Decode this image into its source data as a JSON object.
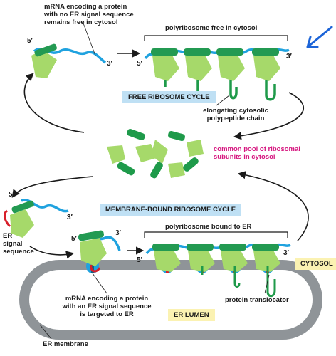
{
  "colors": {
    "mrna": "#1fa2df",
    "ribosome_large": "#a6d96a",
    "ribosome_small": "#239a52",
    "subunit_light": "#a6d96a",
    "subunit_dark": "#1e9a4a",
    "chain": "#1f9a4a",
    "signal": "#d71f2a",
    "membrane": "#8f9498",
    "arrow": "#1a1a1a",
    "annotation_arrow": "#1c64d8",
    "box_blue": "#bfe0f4",
    "box_yellow": "#fbf2b2",
    "pool_label": "#d6167f"
  },
  "labels": {
    "mrna_free_line1": "mRNA encoding a protein",
    "mrna_free_line2": "with no ER signal sequence",
    "mrna_free_line3": "remains free in cytosol",
    "polyribosome_free": "polyribosome free in cytosol",
    "free_cycle": "FREE RIBOSOME CYCLE",
    "elongating_line1": "elongating cytosolic",
    "elongating_line2": "polypeptide chain",
    "pool_line1": "common pool of ribosomal",
    "pool_line2": "subunits in cytosol",
    "membrane_cycle": "MEMBRANE-BOUND RIBOSOME CYCLE",
    "polyribosome_er": "polyribosome bound to ER",
    "er_signal_line1": "ER",
    "er_signal_line2": "signal",
    "er_signal_line3": "sequence",
    "cytosol": "CYTOSOL",
    "mrna_er_line1": "mRNA encoding a protein",
    "mrna_er_line2": "with an ER signal sequence",
    "mrna_er_line3": "is targeted to ER",
    "translocator": "protein translocator",
    "er_lumen": "ER LUMEN",
    "er_membrane": "ER membrane"
  },
  "ends": {
    "five_prime": "5′",
    "three_prime": "3′"
  }
}
